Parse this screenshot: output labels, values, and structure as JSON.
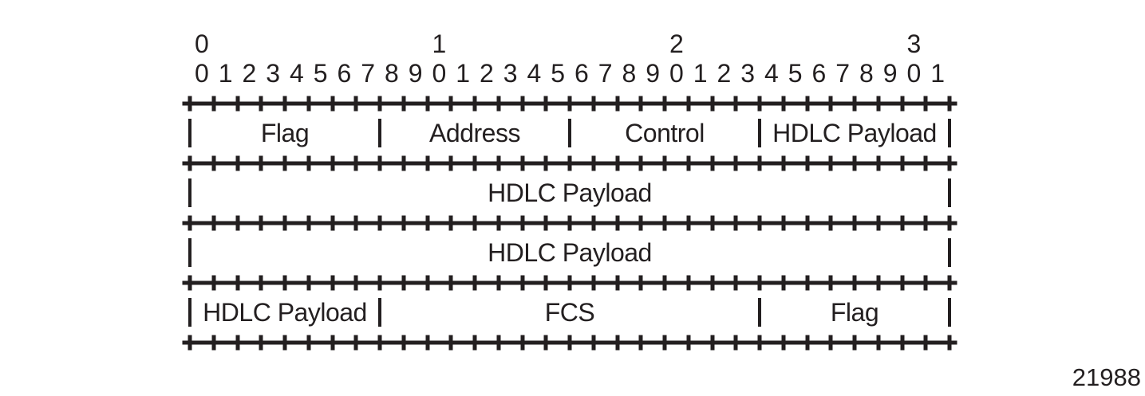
{
  "figure": {
    "figure_number": "21988",
    "colors": {
      "ink": "#231f20",
      "background": "#ffffff"
    },
    "bit_count": 32,
    "ruler": {
      "tens": [
        {
          "label": "0",
          "bit": 0
        },
        {
          "label": "1",
          "bit": 10
        },
        {
          "label": "2",
          "bit": 20
        },
        {
          "label": "3",
          "bit": 30
        }
      ],
      "bits": [
        "0",
        "1",
        "2",
        "3",
        "4",
        "5",
        "6",
        "7",
        "8",
        "9",
        "0",
        "1",
        "2",
        "3",
        "4",
        "5",
        "6",
        "7",
        "8",
        "9",
        "0",
        "1",
        "2",
        "3",
        "4",
        "5",
        "6",
        "7",
        "8",
        "9",
        "0",
        "1"
      ]
    },
    "separator": {
      "plus_glyph": "+",
      "dash_glyph": "-",
      "plus_count": 33,
      "dash_count": 32
    },
    "rows": [
      {
        "fields": [
          {
            "label": "Flag",
            "bits": 8
          },
          {
            "label": "Address",
            "bits": 8
          },
          {
            "label": "Control",
            "bits": 8
          },
          {
            "label": "HDLC Payload",
            "bits": 8
          }
        ]
      },
      {
        "fields": [
          {
            "label": "HDLC Payload",
            "bits": 32
          }
        ]
      },
      {
        "fields": [
          {
            "label": "HDLC Payload",
            "bits": 32
          }
        ]
      },
      {
        "fields": [
          {
            "label": "HDLC Payload",
            "bits": 8
          },
          {
            "label": "FCS",
            "bits": 16
          },
          {
            "label": "Flag",
            "bits": 8
          }
        ]
      }
    ]
  }
}
